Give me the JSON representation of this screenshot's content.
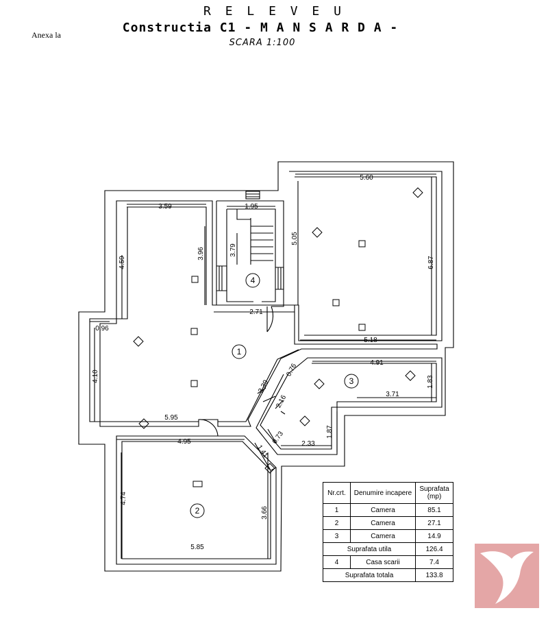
{
  "header": {
    "title": "R E L E V E U",
    "subtitle": "Constructia C1 - M A N S A R D A -",
    "scale": "SCARA 1:100",
    "annex": "Anexa la"
  },
  "dimensions": {
    "d_359": "3.59",
    "d_195": "1.95",
    "d_560": "5.60",
    "d_505": "5.05",
    "d_687": "6.87",
    "d_459": "4.59",
    "d_396": "3.96",
    "d_379": "3.79",
    "d_271": "2.71",
    "d_096": "0.96",
    "d_410": "4.10",
    "d_518": "5.18",
    "d_491": "4.91",
    "d_076": "0.76",
    "d_339": "3.39",
    "d_216": "2.16",
    "d_183": "1.83",
    "d_371": "3.71",
    "d_187": "1.87",
    "d_073": "0.73",
    "d_233": "2.33",
    "d_595": "5.95",
    "d_495": "4.95",
    "d_141": "1.41",
    "d_474": "4.74",
    "d_366": "3.66",
    "d_585": "5.85"
  },
  "rooms": {
    "r1": "1",
    "r2": "2",
    "r3": "3",
    "r4": "4"
  },
  "table": {
    "headers": [
      "Nr.crt.",
      "Denumire incapere",
      "Suprafata (mp)"
    ],
    "rows": [
      {
        "nr": "1",
        "name": "Camera",
        "area": "85.1"
      },
      {
        "nr": "2",
        "name": "Camera",
        "area": "27.1"
      },
      {
        "nr": "3",
        "name": "Camera",
        "area": "14.9"
      }
    ],
    "useful_label": "Suprafata utila",
    "useful_value": "126.4",
    "stair": {
      "nr": "4",
      "name": "Casa scarii",
      "area": "7.4"
    },
    "total_label": "Suprafata totala",
    "total_value": "133.8"
  },
  "colors": {
    "logo": "#e4a6a6",
    "line": "#000000"
  },
  "icons": {
    "logo": "bird-logo-icon"
  }
}
